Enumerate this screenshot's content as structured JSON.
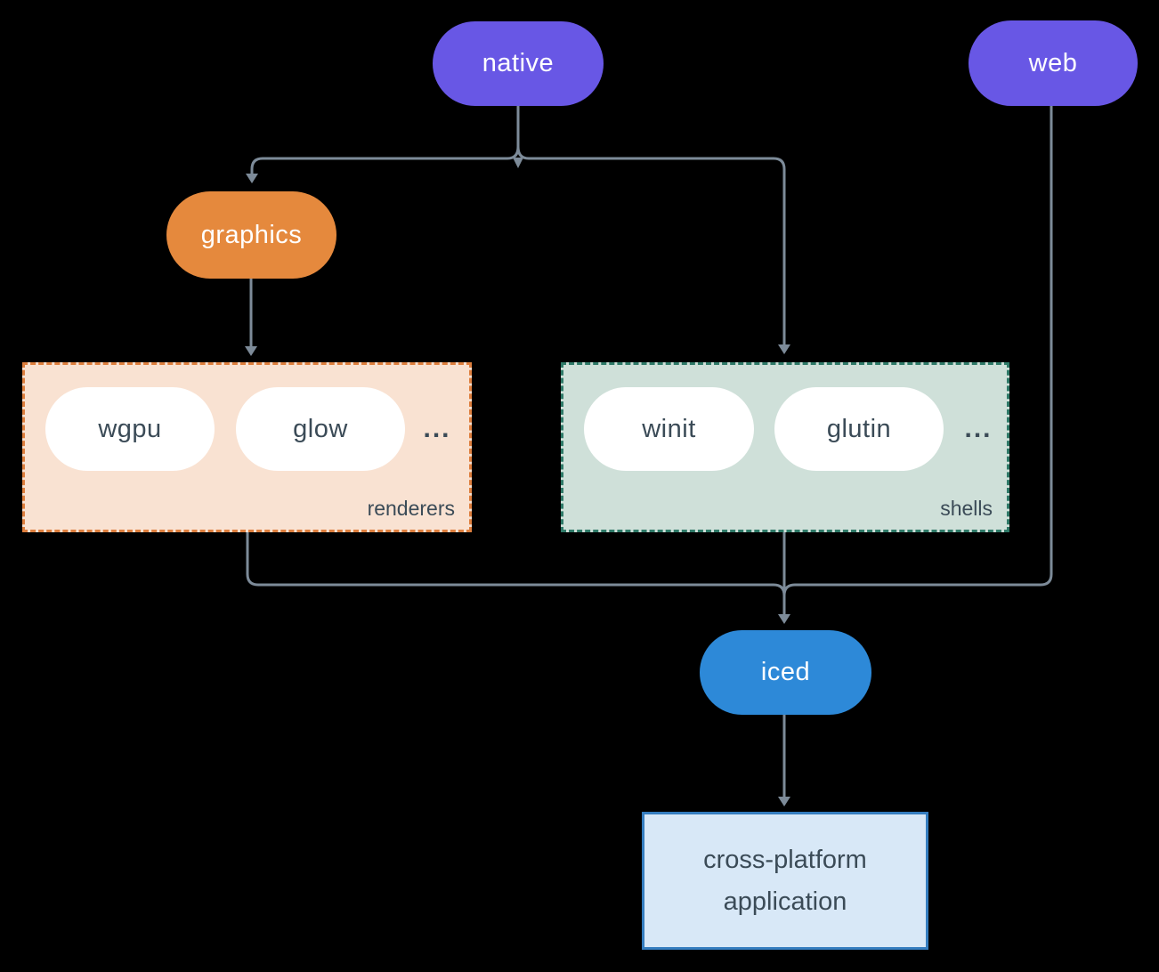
{
  "colors": {
    "background": "#000000",
    "purple": "#6857e5",
    "orange": "#e5893d",
    "blue": "#2d89d8",
    "line": "#7d8b99",
    "node_text": "#ffffff",
    "dark_text": "#3b4b57",
    "renderers_fill": "#f9e2d2",
    "renderers_border": "#de7f3e",
    "shells_fill": "#cfe0d9",
    "shells_border": "#2f7a68",
    "app_fill": "#d8e8f7",
    "app_border": "#357dbf",
    "white_pill": "#ffffff"
  },
  "nodes": {
    "native": "native",
    "web": "web",
    "graphics": "graphics",
    "iced": "iced",
    "application": "cross-platform application"
  },
  "groups": {
    "renderers": {
      "label": "renderers",
      "items": [
        "wgpu",
        "glow"
      ],
      "more": "..."
    },
    "shells": {
      "label": "shells",
      "items": [
        "winit",
        "glutin"
      ],
      "more": "..."
    }
  }
}
